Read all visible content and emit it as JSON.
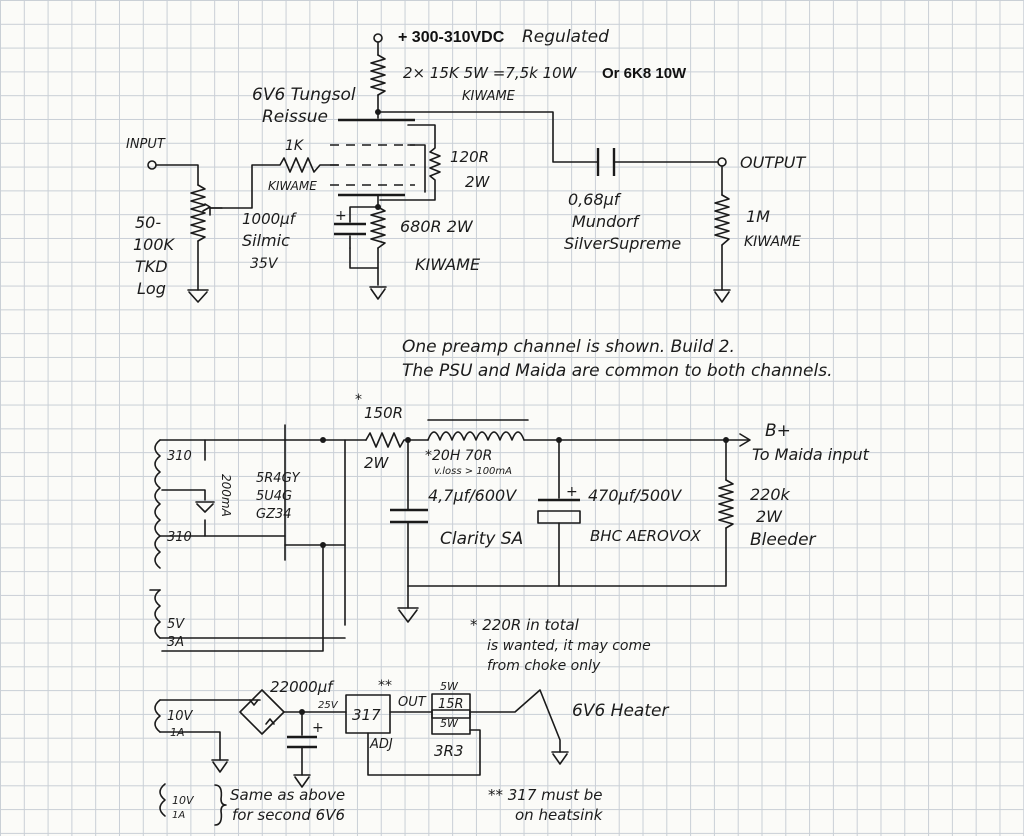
{
  "labels": {
    "supply": "+ 300-310VDC",
    "regulated": "Regulated",
    "plate_resistor_base": "2× 15K 5W =7,5k 10W",
    "plate_resistor_alt": "Or 6K8 10W",
    "plate_brand": "KIWAME",
    "tube_line1": "6V6 Tungsol",
    "tube_line2": "Reissue",
    "input": "INPUT",
    "grid_res": "1K",
    "grid_brand": "KIWAME",
    "screen_res": "120R",
    "screen_watt": "2W",
    "pot_line1": "50-",
    "pot_line2": "100K",
    "pot_line3": "TKD",
    "pot_line4": "Log",
    "cath_cap_line1": "1000µf",
    "cath_cap_line2": "Silmic",
    "cath_cap_line3": "35V",
    "cath_res": "680R 2W",
    "cath_brand": "KIWAME",
    "coupling_line1": "0,68µf",
    "coupling_line2": "Mundorf",
    "coupling_line3": "SilverSupreme",
    "output": "OUTPUT",
    "out_res": "1M",
    "out_brand": "KIWAME",
    "note1": "One preamp channel is shown. Build 2.",
    "note2": "The PSU and Maida are common to both channels.",
    "series_res": "150R",
    "series_res_w": "2W",
    "series_res_mark": "*",
    "choke": "*20H 70R",
    "choke_note": "v.loss > 100mA",
    "bplus": "B+",
    "to_maida": "To Maida input",
    "cap1_val": "4,7µf/600V",
    "cap1_name": "Clarity SA",
    "cap2_val": "470µf/500V",
    "cap2_name": "BHC AEROVOX",
    "bleeder_val": "220k",
    "bleeder_w": "2W",
    "bleeder": "Bleeder",
    "tr_hv1": "310",
    "tr_hv2": "310",
    "tr_ma": "200mA",
    "rect1": "5R4GY",
    "rect2": "5U4G",
    "rect3": "GZ34",
    "fil_v": "5V",
    "fil_a": "3A",
    "choke_note1": "* 220R in total",
    "choke_note2": "is wanted, it may come",
    "choke_note3": "from choke only",
    "heat_v": "10V",
    "heat_a": "1A",
    "filter_cap": "22000µf",
    "filter_cap_v": "25V",
    "reg": "317",
    "reg_mark": "**",
    "reg_out": "OUT",
    "reg_adj": "ADJ",
    "r5w_top": "5W",
    "r15r": "15R",
    "r5w_bot": "5W",
    "r3r3": "3R3",
    "heater": "6V6 Heater",
    "heat2_v": "10V",
    "heat2_a": "1A",
    "same1": "Same as above",
    "same2": "for second 6V6",
    "heatsink1": "** 317 must be",
    "heatsink2": "on heatsink"
  }
}
